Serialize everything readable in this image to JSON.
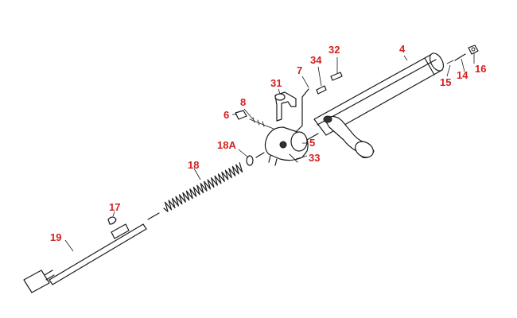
{
  "diagram": {
    "label_color": "#d42020",
    "line_color": "#1a1a1a",
    "labels": {
      "p4": "4",
      "p32": "32",
      "p34": "34",
      "p7": "7",
      "p31": "31",
      "p8": "8",
      "p6": "6",
      "p16": "16",
      "p14": "14",
      "p15": "15",
      "p5": "5",
      "p33": "33",
      "p18a": "18A",
      "p18": "18",
      "p17": "17",
      "p19": "19"
    }
  }
}
